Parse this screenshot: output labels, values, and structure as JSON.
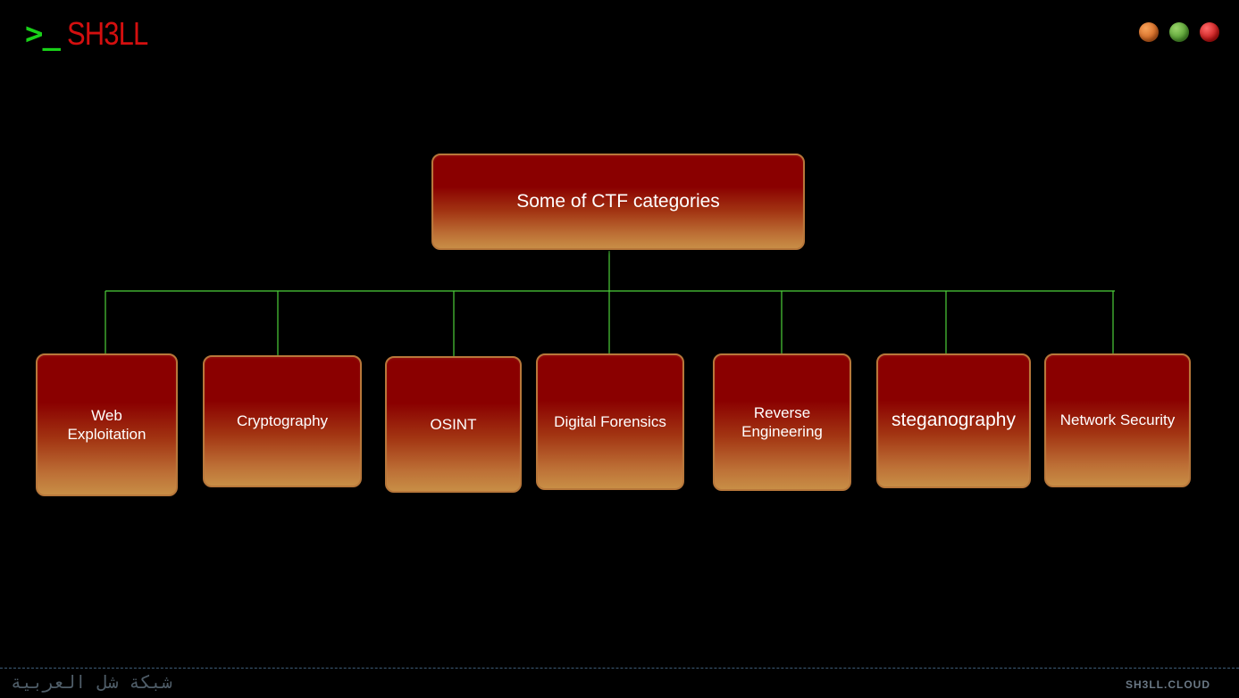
{
  "header": {
    "prompt": ">_",
    "brand": "SH3LL",
    "window_buttons": [
      {
        "name": "minimize",
        "color": "#e07a2e"
      },
      {
        "name": "maximize",
        "color": "#5fae3a"
      },
      {
        "name": "close",
        "color": "#d91a1a"
      }
    ]
  },
  "diagram": {
    "root": "Some of CTF categories",
    "children": [
      "Web Exploitation",
      "Cryptography",
      "OSINT",
      "Digital Forensics",
      "Reverse Engineering",
      "steganography",
      "Network Security"
    ],
    "connector_color": "#4ccf3a"
  },
  "footer": {
    "arabic_text": "شبكة شل العربية",
    "site": "SH3LL.CLOUD"
  }
}
